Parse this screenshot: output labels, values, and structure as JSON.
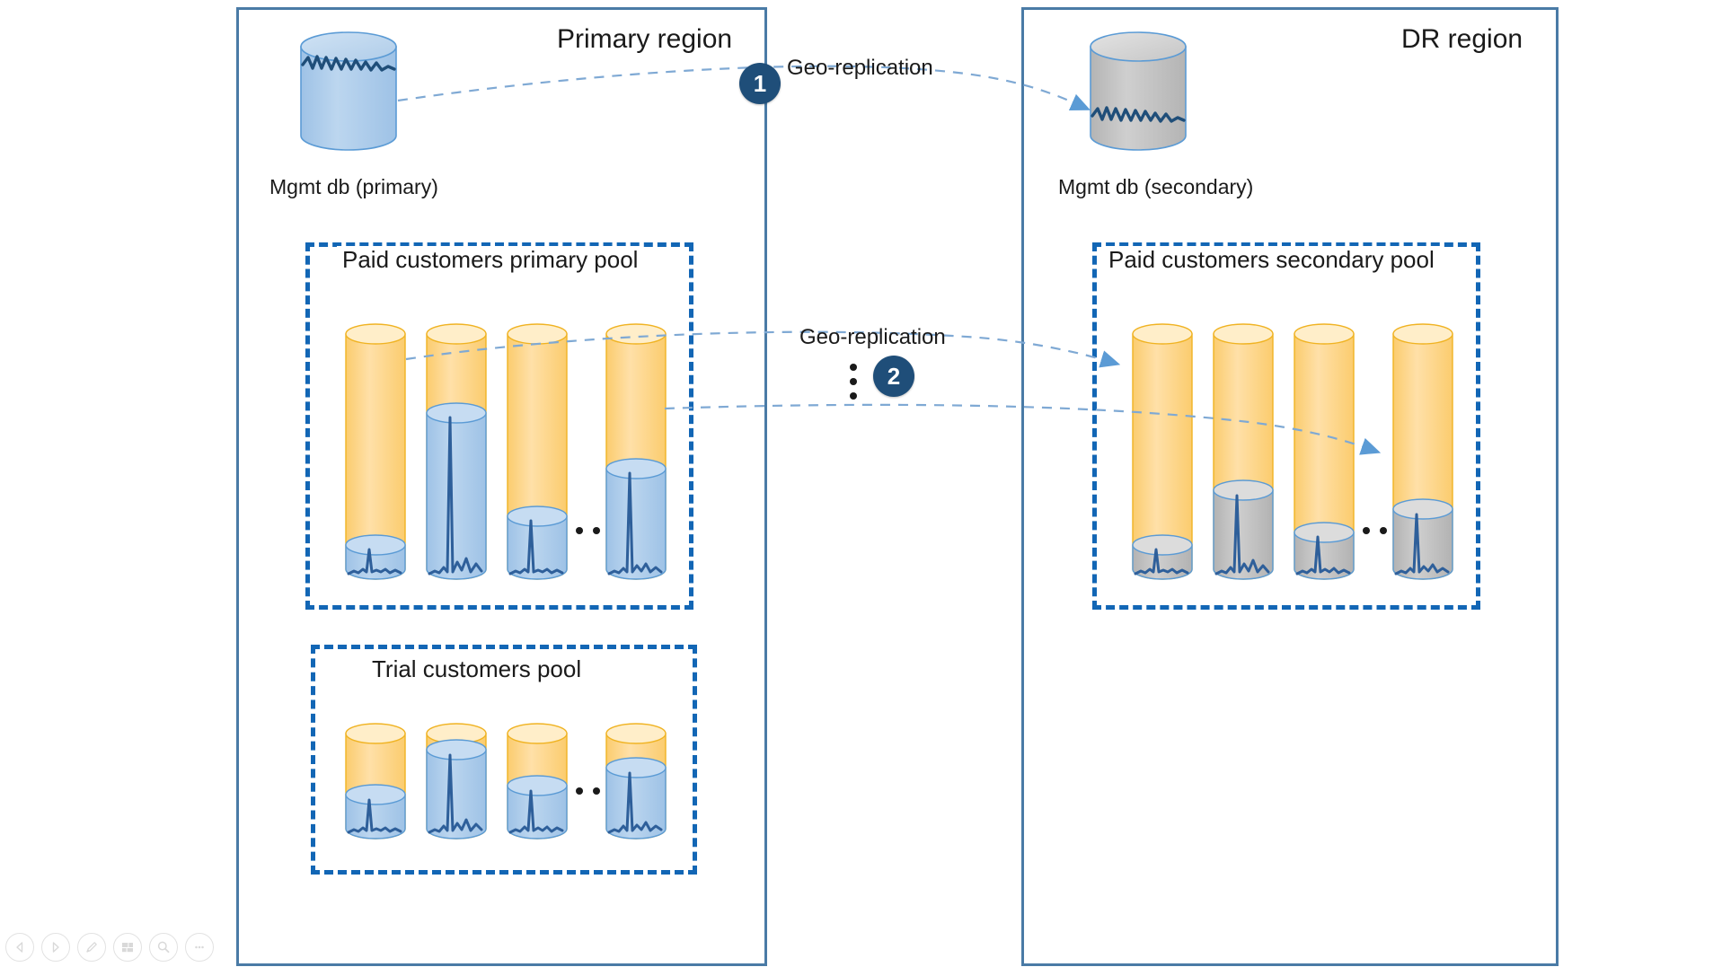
{
  "diagram": {
    "title_primary": "Primary region",
    "title_dr": "DR region",
    "mgmt_db_primary_label": "Mgmt db (primary)",
    "mgmt_db_secondary_label": "Mgmt db (secondary)",
    "pool_paid_primary": "Paid customers primary pool",
    "pool_paid_secondary": "Paid customers secondary pool",
    "pool_trial": "Trial customers pool",
    "geo_replication_1": "Geo-replication",
    "geo_replication_2": "Geo-replication",
    "badge_1": "1",
    "badge_2": "2"
  },
  "colors": {
    "region_border": "#4a7ba6",
    "pool_border": "#1266b5",
    "cyl_outer_fill": "#ffd687",
    "cyl_outer_stroke": "#f0b323",
    "cyl_inner_blue_fill": "#a8c8e8",
    "cyl_inner_blue_stroke": "#5b9bd5",
    "cyl_inner_gray_fill": "#bfbfbf",
    "cyl_inner_gray_stroke": "#5b9bd5",
    "waveform": "#2e5f9a",
    "badge_bg": "#1f4e79",
    "arrow": "#5b9bd5",
    "mgmt_primary_fill": "#a8c8e8",
    "mgmt_secondary_fill": "#bfbfbf"
  },
  "cylinders": {
    "paid_primary": [
      {
        "name": "db-1",
        "fill_kind": "blue",
        "fill_ratio": 0.1
      },
      {
        "name": "db-2",
        "fill_kind": "blue",
        "fill_ratio": 0.68
      },
      {
        "name": "db-3",
        "fill_kind": "blue",
        "fill_ratio": 0.22
      },
      {
        "name": "db-4",
        "fill_kind": "blue",
        "fill_ratio": 0.42
      }
    ],
    "paid_secondary": [
      {
        "name": "db-1",
        "fill_kind": "gray",
        "fill_ratio": 0.1
      },
      {
        "name": "db-2",
        "fill_kind": "gray",
        "fill_ratio": 0.34
      },
      {
        "name": "db-3",
        "fill_kind": "gray",
        "fill_ratio": 0.22
      },
      {
        "name": "db-4",
        "fill_kind": "gray",
        "fill_ratio": 0.28
      }
    ],
    "trial": [
      {
        "name": "db-1",
        "fill_kind": "blue",
        "fill_ratio": 0.36
      },
      {
        "name": "db-2",
        "fill_kind": "blue",
        "fill_ratio": 0.86
      },
      {
        "name": "db-3",
        "fill_kind": "blue",
        "fill_ratio": 0.46
      },
      {
        "name": "db-4",
        "fill_kind": "blue",
        "fill_ratio": 0.64
      }
    ],
    "ellipsis": "..."
  },
  "toolbar": {
    "items": [
      {
        "name": "previous-slide-button",
        "icon": "triangle-left-icon"
      },
      {
        "name": "next-slide-button",
        "icon": "triangle-right-icon"
      },
      {
        "name": "pen-button",
        "icon": "pen-icon"
      },
      {
        "name": "slides-grid-button",
        "icon": "grid-icon"
      },
      {
        "name": "zoom-button",
        "icon": "magnifier-icon"
      },
      {
        "name": "more-options-button",
        "icon": "ellipsis-icon"
      }
    ]
  }
}
